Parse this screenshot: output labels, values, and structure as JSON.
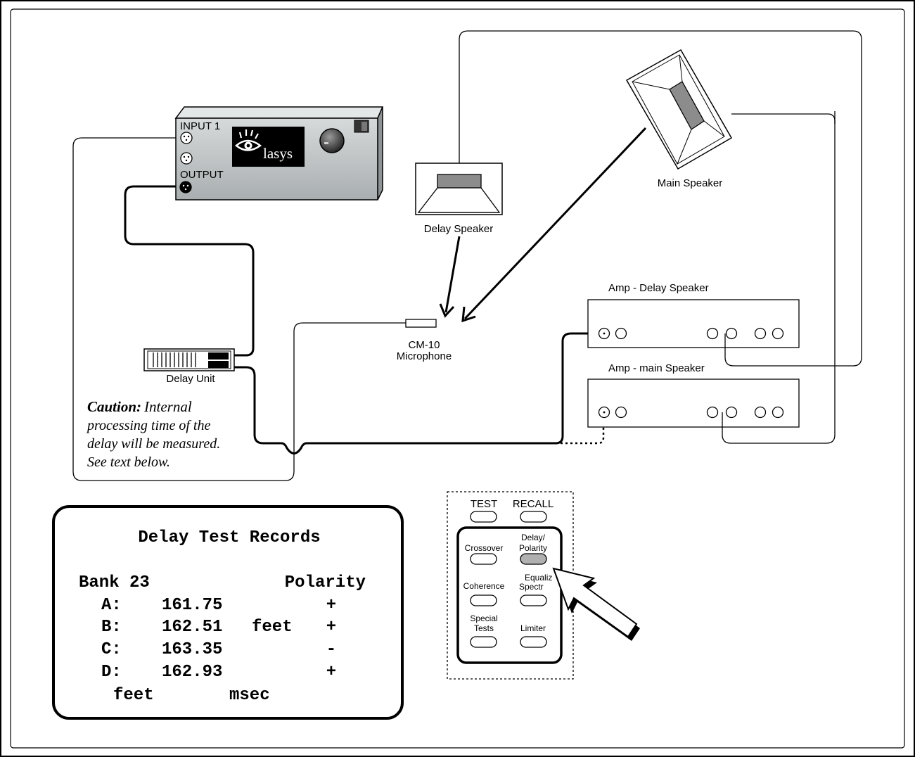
{
  "analyzer": {
    "input_label": "INPUT 1",
    "output_label": "OUTPUT",
    "brand": "lasys"
  },
  "delay_speaker": {
    "label": "Delay Speaker"
  },
  "main_speaker": {
    "label": "Main Speaker"
  },
  "microphone": {
    "label_line1": "CM-10",
    "label_line2": "Microphone"
  },
  "delay_unit": {
    "label": "Delay Unit"
  },
  "amps": {
    "delay": {
      "label": "Amp - Delay Speaker"
    },
    "main": {
      "label": "Amp - main Speaker"
    }
  },
  "caution": {
    "title": "Caution:",
    "line1": "Internal",
    "line2": "processing time of the",
    "line3": "delay will be measured.",
    "line4": "See text below."
  },
  "display": {
    "title": "Delay Test Records",
    "bank": "Bank 23",
    "polarity_header": "Polarity",
    "rows": [
      {
        "key": "A:",
        "value": "161.75",
        "unit": "",
        "polarity": "+"
      },
      {
        "key": "B:",
        "value": "162.51",
        "unit": "feet",
        "polarity": "+"
      },
      {
        "key": "C:",
        "value": "163.35",
        "unit": "",
        "polarity": "-"
      },
      {
        "key": "D:",
        "value": "162.93",
        "unit": "",
        "polarity": "+"
      }
    ],
    "footer_left": "feet",
    "footer_right": "msec"
  },
  "keypad": {
    "test": "TEST",
    "recall": "RECALL",
    "crossover": "Crossover",
    "delay_polarity_1": "Delay/",
    "delay_polarity_2": "Polarity",
    "coherence": "Coherence",
    "equalize_1": "Equaliz",
    "equalize_2": "Spectr",
    "special_1": "Special",
    "special_2": "Tests",
    "limiter": "Limiter"
  },
  "colors": {
    "device_face": "#bfc4c6",
    "screen": "#000000",
    "speaker_grey": "#8c8c8c",
    "button_highlight": "#b0b0b0"
  }
}
